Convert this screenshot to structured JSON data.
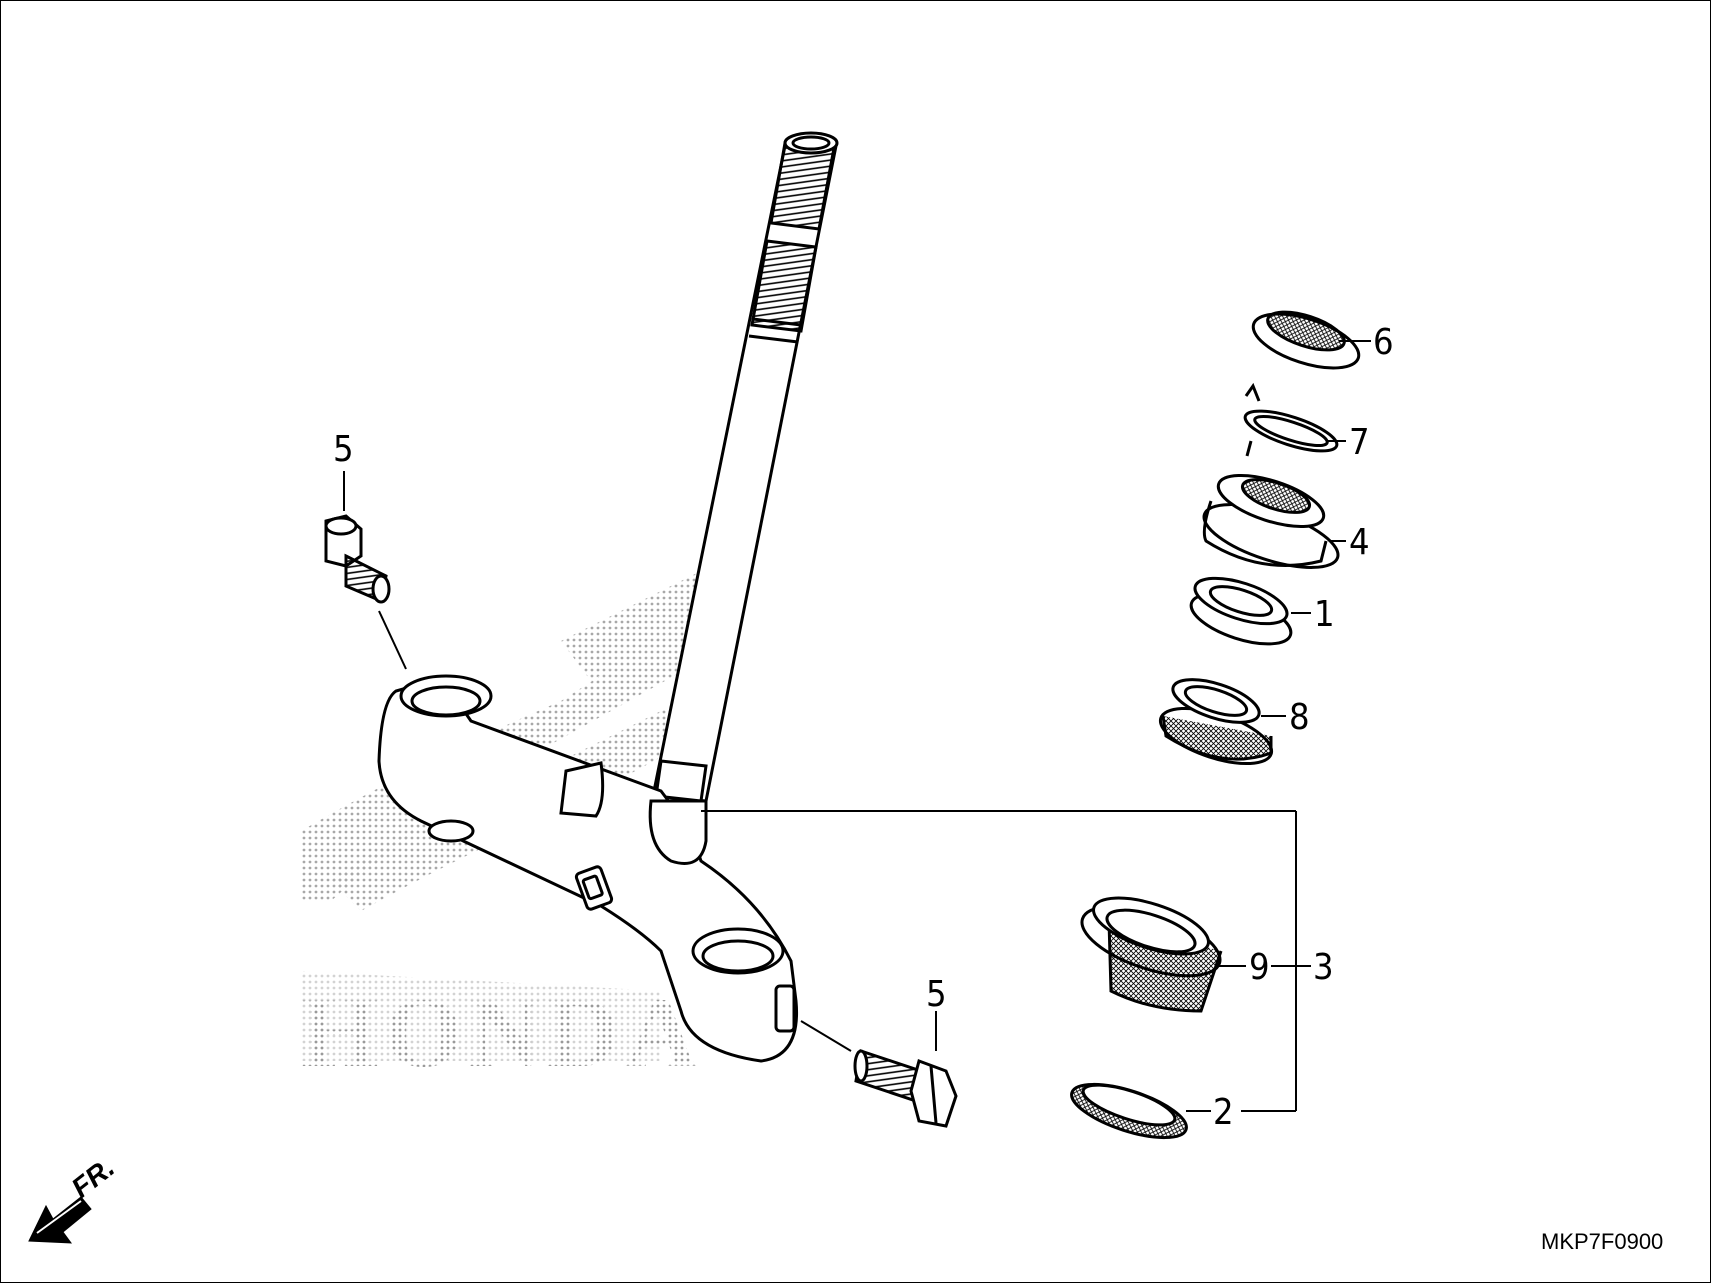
{
  "diagram": {
    "callouts": [
      {
        "id": "c1",
        "text": "1"
      },
      {
        "id": "c2",
        "text": "2"
      },
      {
        "id": "c3",
        "text": "3"
      },
      {
        "id": "c4",
        "text": "4"
      },
      {
        "id": "c5a",
        "text": "5"
      },
      {
        "id": "c5b",
        "text": "5"
      },
      {
        "id": "c6",
        "text": "6"
      },
      {
        "id": "c7",
        "text": "7"
      },
      {
        "id": "c8",
        "text": "8"
      },
      {
        "id": "c9",
        "text": "9"
      }
    ],
    "direction_label": "FR.",
    "diagram_code": "MKP7F0900",
    "watermark": "HONDA",
    "colors": {
      "ink": "#000000",
      "halftone": "#b0b0b0",
      "paper": "#ffffff"
    }
  }
}
